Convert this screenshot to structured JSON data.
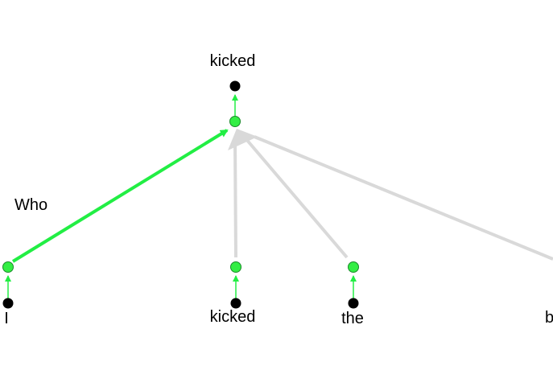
{
  "colors": {
    "active_edge": "#22ee44",
    "inactive_edge": "#d9d9d9",
    "anchor_node": "#000000",
    "attention_node": "#33ee44"
  },
  "graph": {
    "root_word": "kicked",
    "query_label": "Who",
    "tokens": [
      {
        "word": "I",
        "edge_state": "active"
      },
      {
        "word": "kicked",
        "edge_state": "inactive"
      },
      {
        "word": "the",
        "edge_state": "inactive"
      },
      {
        "word": "b",
        "edge_state": "inactive"
      }
    ]
  }
}
